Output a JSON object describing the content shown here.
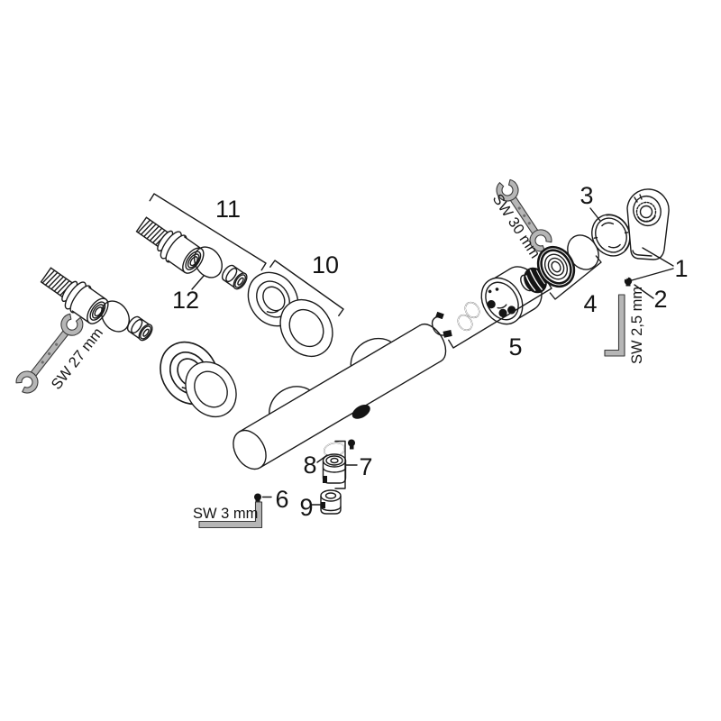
{
  "part_labels": {
    "p1": "1",
    "p2": "2",
    "p3": "3",
    "p4": "4",
    "p5": "5",
    "p6": "6",
    "p7": "7",
    "p8": "8",
    "p9": "9",
    "p10": "10",
    "p11": "11",
    "p12": "12"
  },
  "tool_labels": {
    "sw30": "SW 30 mm",
    "sw27": "SW 27 mm",
    "sw25": "SW 2,5 mm",
    "sw3": "SW 3 mm"
  },
  "colors": {
    "background": "#ffffff",
    "line": "#1a1a1a",
    "dark_fill": "#141414",
    "tool_fill": "#b6b6b6",
    "tool_stroke": "#3a3a3a"
  }
}
